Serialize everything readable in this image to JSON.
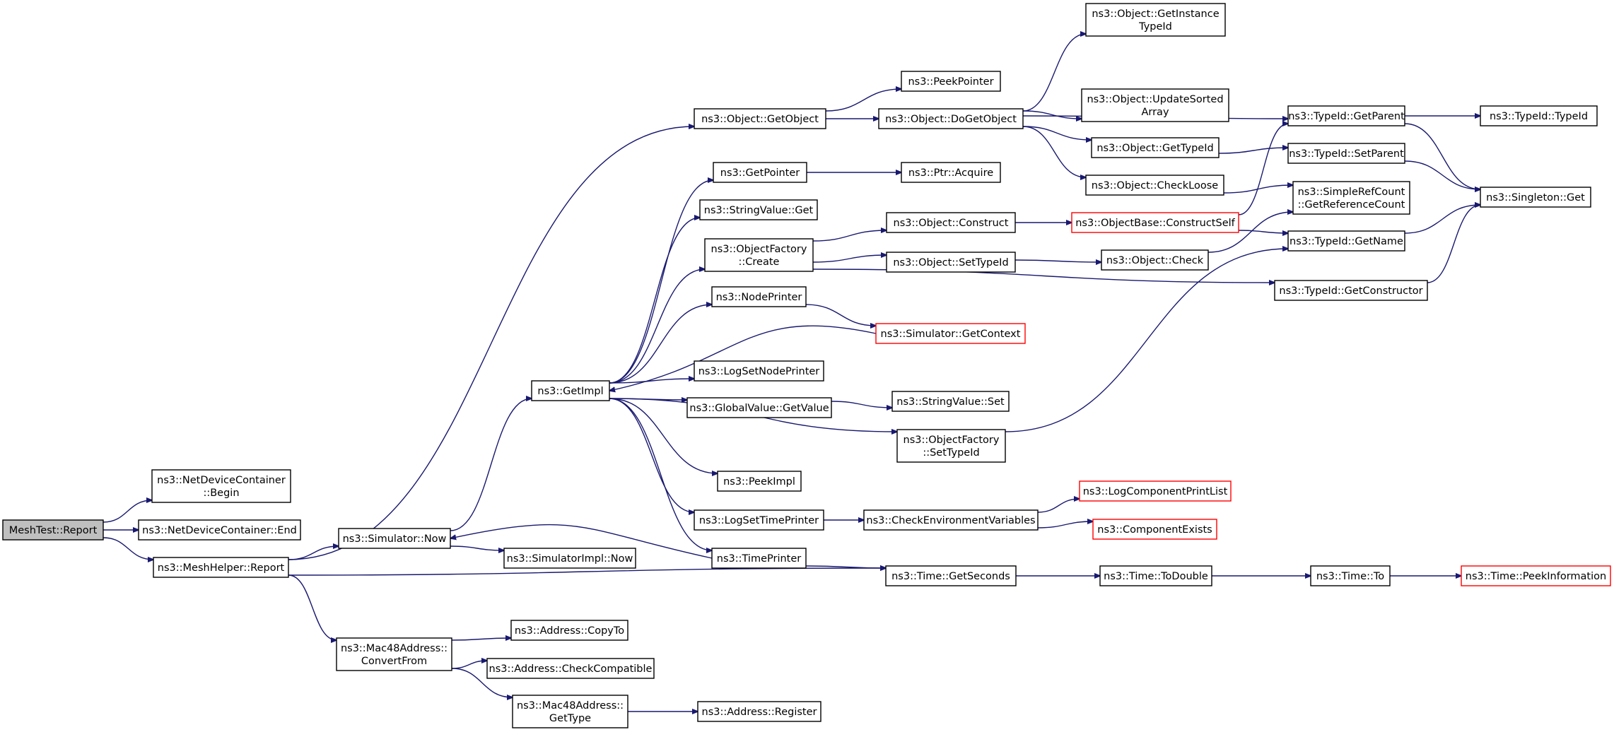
{
  "colors": {
    "edge": "#191970",
    "node_border": "#000000",
    "node_border_truncated": "#ff0000",
    "root_fill": "#bfbfbf",
    "node_fill": "#ffffff"
  },
  "nodes": [
    {
      "id": "root",
      "lines": [
        "MeshTest::Report"
      ],
      "kind": "root"
    },
    {
      "id": "ndc_begin",
      "lines": [
        "ns3::NetDeviceContainer",
        "::Begin"
      ],
      "kind": "normal"
    },
    {
      "id": "ndc_end",
      "lines": [
        "ns3::NetDeviceContainer::End"
      ],
      "kind": "normal"
    },
    {
      "id": "meshhelper",
      "lines": [
        "ns3::MeshHelper::Report"
      ],
      "kind": "normal"
    },
    {
      "id": "sim_now",
      "lines": [
        "ns3::Simulator::Now"
      ],
      "kind": "normal"
    },
    {
      "id": "mac48_convert",
      "lines": [
        "ns3::Mac48Address::",
        "ConvertFrom"
      ],
      "kind": "normal"
    },
    {
      "id": "getimpl",
      "lines": [
        "ns3::GetImpl"
      ],
      "kind": "normal"
    },
    {
      "id": "simimpl_now",
      "lines": [
        "ns3::SimulatorImpl::Now"
      ],
      "kind": "normal"
    },
    {
      "id": "addr_copyto",
      "lines": [
        "ns3::Address::CopyTo"
      ],
      "kind": "normal"
    },
    {
      "id": "addr_checkcompat",
      "lines": [
        "ns3::Address::CheckCompatible"
      ],
      "kind": "normal"
    },
    {
      "id": "mac48_gettype",
      "lines": [
        "ns3::Mac48Address::",
        "GetType"
      ],
      "kind": "normal"
    },
    {
      "id": "addr_register",
      "lines": [
        "ns3::Address::Register"
      ],
      "kind": "normal"
    },
    {
      "id": "obj_getobject",
      "lines": [
        "ns3::Object::GetObject"
      ],
      "kind": "normal"
    },
    {
      "id": "getpointer",
      "lines": [
        "ns3::GetPointer"
      ],
      "kind": "normal"
    },
    {
      "id": "stringvalue_get",
      "lines": [
        "ns3::StringValue::Get"
      ],
      "kind": "normal"
    },
    {
      "id": "objfactory_create",
      "lines": [
        "ns3::ObjectFactory",
        "::Create"
      ],
      "kind": "normal"
    },
    {
      "id": "nodeprinter",
      "lines": [
        "ns3::NodePrinter"
      ],
      "kind": "normal"
    },
    {
      "id": "logsetnodeprinter",
      "lines": [
        "ns3::LogSetNodePrinter"
      ],
      "kind": "normal"
    },
    {
      "id": "globalvalue_getvalue",
      "lines": [
        "ns3::GlobalValue::GetValue"
      ],
      "kind": "normal"
    },
    {
      "id": "peekimpl",
      "lines": [
        "ns3::PeekImpl"
      ],
      "kind": "normal"
    },
    {
      "id": "logsettimeprinter",
      "lines": [
        "ns3::LogSetTimePrinter"
      ],
      "kind": "normal"
    },
    {
      "id": "timeprinter",
      "lines": [
        "ns3::TimePrinter"
      ],
      "kind": "normal"
    },
    {
      "id": "peekpointer",
      "lines": [
        "ns3::PeekPointer"
      ],
      "kind": "normal"
    },
    {
      "id": "obj_dogetobject",
      "lines": [
        "ns3::Object::DoGetObject"
      ],
      "kind": "normal"
    },
    {
      "id": "ptr_acquire",
      "lines": [
        "ns3::Ptr::Acquire"
      ],
      "kind": "normal"
    },
    {
      "id": "obj_construct",
      "lines": [
        "ns3::Object::Construct"
      ],
      "kind": "normal"
    },
    {
      "id": "obj_settypeid",
      "lines": [
        "ns3::Object::SetTypeId"
      ],
      "kind": "normal"
    },
    {
      "id": "sim_getcontext",
      "lines": [
        "ns3::Simulator::GetContext"
      ],
      "kind": "truncated"
    },
    {
      "id": "stringvalue_set",
      "lines": [
        "ns3::StringValue::Set"
      ],
      "kind": "normal"
    },
    {
      "id": "objfactory_settypeid",
      "lines": [
        "ns3::ObjectFactory",
        "::SetTypeId"
      ],
      "kind": "normal"
    },
    {
      "id": "checkenvvars",
      "lines": [
        "ns3::CheckEnvironmentVariables"
      ],
      "kind": "normal"
    },
    {
      "id": "time_getseconds",
      "lines": [
        "ns3::Time::GetSeconds"
      ],
      "kind": "normal"
    },
    {
      "id": "obj_getinstancetypeid",
      "lines": [
        "ns3::Object::GetInstance",
        "TypeId"
      ],
      "kind": "normal"
    },
    {
      "id": "obj_updatesortedarray",
      "lines": [
        "ns3::Object::UpdateSorted",
        "Array"
      ],
      "kind": "normal"
    },
    {
      "id": "obj_gettypeid",
      "lines": [
        "ns3::Object::GetTypeId"
      ],
      "kind": "normal"
    },
    {
      "id": "obj_checkloose",
      "lines": [
        "ns3::Object::CheckLoose"
      ],
      "kind": "normal"
    },
    {
      "id": "objbase_constructself",
      "lines": [
        "ns3::ObjectBase::ConstructSelf"
      ],
      "kind": "truncated"
    },
    {
      "id": "obj_check",
      "lines": [
        "ns3::Object::Check"
      ],
      "kind": "normal"
    },
    {
      "id": "logcomponentprintlist",
      "lines": [
        "ns3::LogComponentPrintList"
      ],
      "kind": "truncated"
    },
    {
      "id": "componentexists",
      "lines": [
        "ns3::ComponentExists"
      ],
      "kind": "truncated"
    },
    {
      "id": "time_todouble",
      "lines": [
        "ns3::Time::ToDouble"
      ],
      "kind": "normal"
    },
    {
      "id": "typeid_getparent",
      "lines": [
        "ns3::TypeId::GetParent"
      ],
      "kind": "normal"
    },
    {
      "id": "typeid_setparent",
      "lines": [
        "ns3::TypeId::SetParent"
      ],
      "kind": "normal"
    },
    {
      "id": "simplerefcount",
      "lines": [
        "ns3::SimpleRefCount",
        "::GetReferenceCount"
      ],
      "kind": "normal"
    },
    {
      "id": "typeid_getname",
      "lines": [
        "ns3::TypeId::GetName"
      ],
      "kind": "normal"
    },
    {
      "id": "typeid_getconstructor",
      "lines": [
        "ns3::TypeId::GetConstructor"
      ],
      "kind": "normal"
    },
    {
      "id": "time_to",
      "lines": [
        "ns3::Time::To"
      ],
      "kind": "normal"
    },
    {
      "id": "typeid_typeid",
      "lines": [
        "ns3::TypeId::TypeId"
      ],
      "kind": "normal"
    },
    {
      "id": "singleton_get",
      "lines": [
        "ns3::Singleton::Get"
      ],
      "kind": "normal"
    },
    {
      "id": "time_peekinformation",
      "lines": [
        "ns3::Time::PeekInformation"
      ],
      "kind": "truncated"
    }
  ],
  "edges": [
    [
      "root",
      "ndc_begin"
    ],
    [
      "root",
      "ndc_end"
    ],
    [
      "root",
      "meshhelper"
    ],
    [
      "meshhelper",
      "sim_now"
    ],
    [
      "meshhelper",
      "mac48_convert"
    ],
    [
      "meshhelper",
      "obj_getobject"
    ],
    [
      "meshhelper",
      "time_getseconds"
    ],
    [
      "sim_now",
      "getimpl"
    ],
    [
      "sim_now",
      "simimpl_now"
    ],
    [
      "getimpl",
      "getpointer"
    ],
    [
      "getimpl",
      "stringvalue_get"
    ],
    [
      "getimpl",
      "objfactory_create"
    ],
    [
      "getimpl",
      "nodeprinter"
    ],
    [
      "getimpl",
      "logsetnodeprinter"
    ],
    [
      "getimpl",
      "globalvalue_getvalue"
    ],
    [
      "getimpl",
      "objfactory_settypeid"
    ],
    [
      "getimpl",
      "peekimpl"
    ],
    [
      "getimpl",
      "logsettimeprinter"
    ],
    [
      "getimpl",
      "timeprinter"
    ],
    [
      "sim_getcontext",
      "getimpl"
    ],
    [
      "timeprinter",
      "sim_now"
    ],
    [
      "timeprinter",
      "time_getseconds"
    ],
    [
      "mac48_convert",
      "addr_copyto"
    ],
    [
      "mac48_convert",
      "addr_checkcompat"
    ],
    [
      "mac48_convert",
      "mac48_gettype"
    ],
    [
      "mac48_gettype",
      "addr_register"
    ],
    [
      "obj_getobject",
      "peekpointer"
    ],
    [
      "obj_getobject",
      "obj_dogetobject"
    ],
    [
      "getpointer",
      "ptr_acquire"
    ],
    [
      "objfactory_create",
      "obj_construct"
    ],
    [
      "objfactory_create",
      "obj_settypeid"
    ],
    [
      "objfactory_create",
      "typeid_getconstructor"
    ],
    [
      "nodeprinter",
      "sim_getcontext"
    ],
    [
      "globalvalue_getvalue",
      "stringvalue_set"
    ],
    [
      "logsettimeprinter",
      "checkenvvars"
    ],
    [
      "obj_dogetobject",
      "obj_getinstancetypeid"
    ],
    [
      "obj_dogetobject",
      "obj_updatesortedarray"
    ],
    [
      "obj_dogetobject",
      "obj_gettypeid"
    ],
    [
      "obj_dogetobject",
      "obj_checkloose"
    ],
    [
      "obj_dogetobject",
      "typeid_getparent"
    ],
    [
      "obj_construct",
      "objbase_constructself"
    ],
    [
      "obj_settypeid",
      "obj_check"
    ],
    [
      "objfactory_settypeid",
      "typeid_getname"
    ],
    [
      "checkenvvars",
      "logcomponentprintlist"
    ],
    [
      "checkenvvars",
      "componentexists"
    ],
    [
      "time_getseconds",
      "time_todouble"
    ],
    [
      "time_todouble",
      "time_to"
    ],
    [
      "time_to",
      "time_peekinformation"
    ],
    [
      "obj_gettypeid",
      "typeid_setparent"
    ],
    [
      "obj_checkloose",
      "simplerefcount"
    ],
    [
      "objbase_constructself",
      "typeid_getparent"
    ],
    [
      "objbase_constructself",
      "typeid_getname"
    ],
    [
      "obj_check",
      "simplerefcount"
    ],
    [
      "typeid_getparent",
      "typeid_typeid"
    ],
    [
      "typeid_getparent",
      "singleton_get"
    ],
    [
      "typeid_setparent",
      "singleton_get"
    ],
    [
      "typeid_getname",
      "singleton_get"
    ],
    [
      "typeid_getconstructor",
      "singleton_get"
    ]
  ]
}
